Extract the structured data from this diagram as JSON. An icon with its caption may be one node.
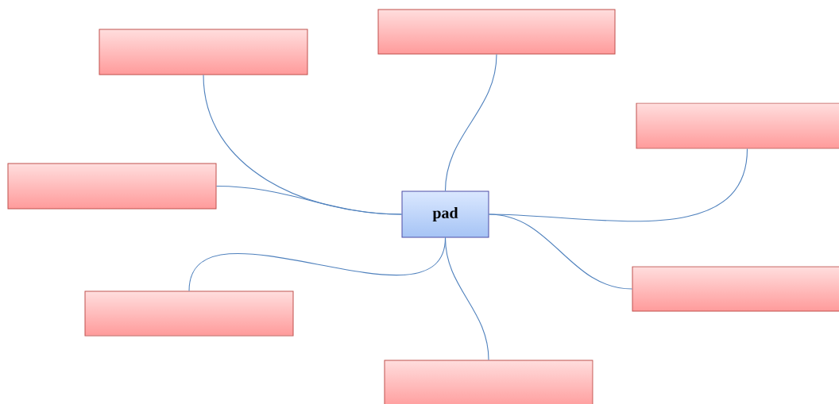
{
  "diagram": {
    "nodes": [
      {
        "text": [],
        "shape": "box"
      },
      {
        "text": [],
        "shape": "box"
      },
      {
        "text": [],
        "shape": "box"
      },
      {
        "text": [],
        "shape": "box"
      },
      {
        "text": [
          "pad"
        ]
      },
      {
        "text": [],
        "shape": "box"
      },
      {
        "text": [],
        "shape": "box"
      },
      {
        "text": [],
        "shape": "box"
      }
    ],
    "edges": [
      {
        "from": 4,
        "to": 0,
        "arrow": "none"
      },
      {
        "from": 4,
        "to": 1,
        "arrow": "none"
      },
      {
        "from": 4,
        "to": 2,
        "arrow": "none"
      },
      {
        "from": 4,
        "to": 3,
        "arrow": "none"
      },
      {
        "from": 4,
        "to": 5,
        "arrow": "none"
      },
      {
        "from": 4,
        "to": 6,
        "arrow": "none"
      },
      {
        "from": 4,
        "to": 7,
        "arrow": "none"
      }
    ]
  }
}
